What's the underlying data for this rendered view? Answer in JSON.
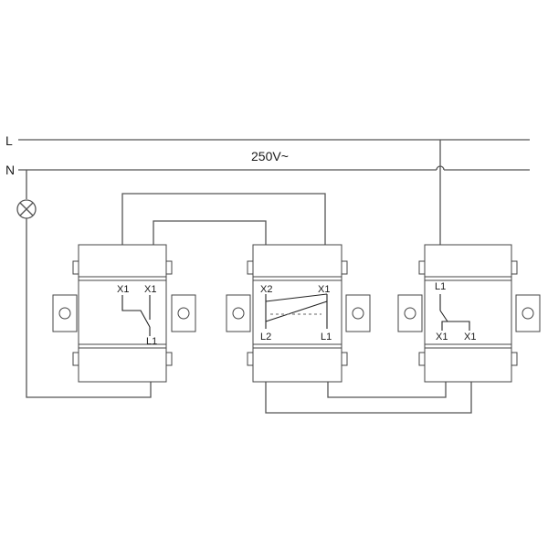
{
  "rails": {
    "line_label": "L",
    "neutral_label": "N",
    "voltage_label": "250V~"
  },
  "devices": [
    {
      "name": "two-way-switch-left",
      "terminals": [
        "X1",
        "X1",
        "L1"
      ]
    },
    {
      "name": "intermediate-switch",
      "terminals": [
        "X2",
        "X1",
        "L2",
        "L1"
      ]
    },
    {
      "name": "two-way-switch-right",
      "terminals": [
        "L1",
        "X1",
        "X1"
      ]
    }
  ]
}
